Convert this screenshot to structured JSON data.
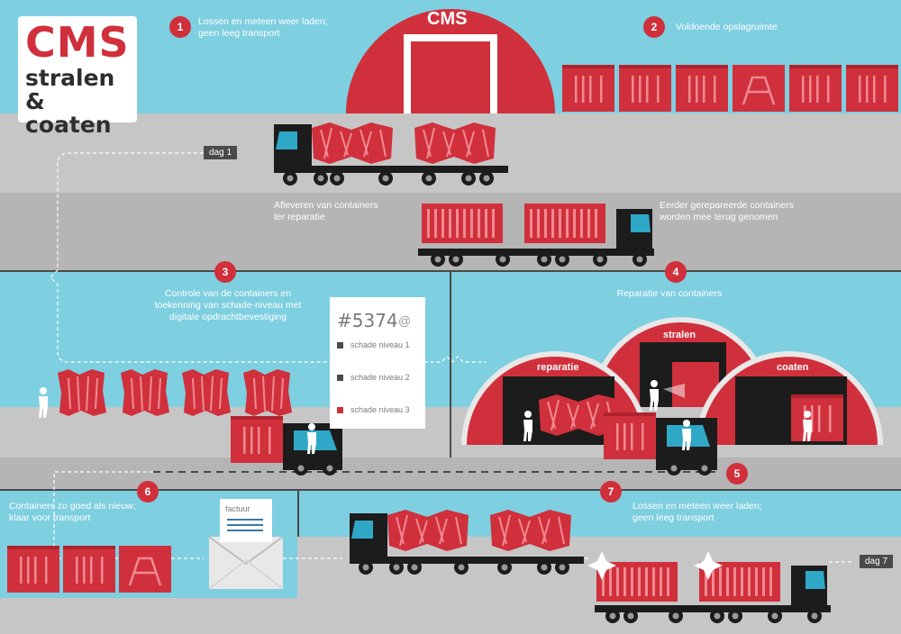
{
  "logo": {
    "line1": "CMS",
    "line2": "stralen",
    "line3": "& coaten"
  },
  "building": {
    "label": "CMS"
  },
  "steps": [
    {
      "num": "1",
      "text": "Lossen en meteen weer laden; geen leeg transport"
    },
    {
      "num": "2",
      "text": "Voldoende opslagruimte"
    },
    {
      "num": "3",
      "text": "Controle van de containers en toekenning van schade-niveau met digitale opdrachtbevestiging"
    },
    {
      "num": "4",
      "text": "Reparatie van containers"
    },
    {
      "num": "5",
      "text": ""
    },
    {
      "num": "6",
      "text": "Containers zo goed als nieuw; klaar voor transport"
    },
    {
      "num": "7",
      "text": "Lossen en meteen weer laden; geen leeg transport"
    }
  ],
  "labels": {
    "deliver": "Afleveren van containers ter reparatie",
    "return": "Eerder gerepareerde containers worden mee terug genomen"
  },
  "days": {
    "start": "dag 1",
    "end": "dag 7"
  },
  "form": {
    "id": "#5374",
    "at": "@",
    "levels": [
      "schade niveau 1",
      "schade niveau 2",
      "schade niveau 3"
    ],
    "selected": 2
  },
  "invoice": {
    "label": "factuur"
  },
  "sheds": {
    "repair": "reparatie",
    "blast": "stralen",
    "coat": "coaten"
  },
  "colors": {
    "red": "#d0303c",
    "sky": "#7ecfe0",
    "road": "#c6c6c6",
    "dark": "#1c1c1c"
  }
}
